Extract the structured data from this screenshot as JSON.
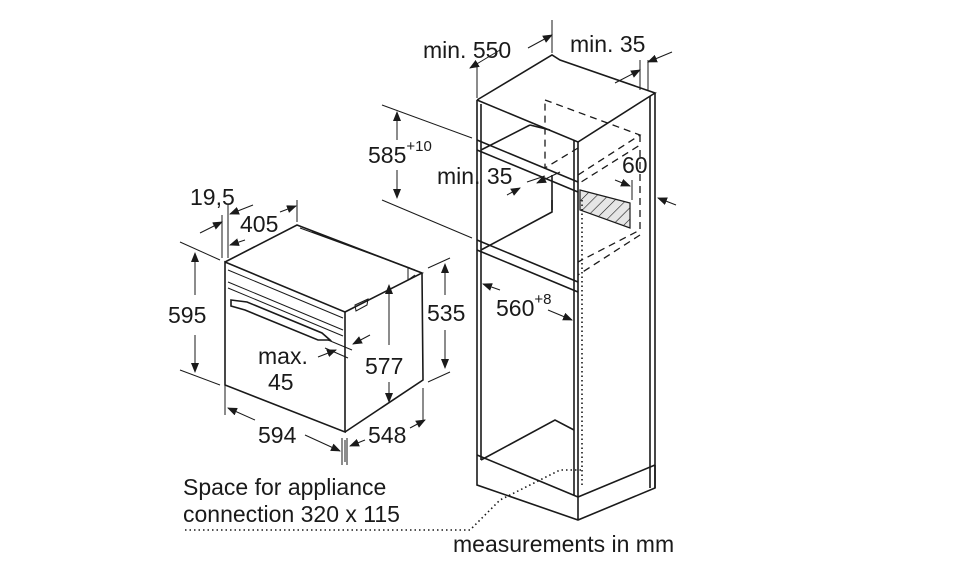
{
  "labels": {
    "cabinet_depth": "min. 550",
    "rear_gap": "min. 35",
    "niche_height": "585",
    "niche_height_tol": "+10",
    "shelf_gap": "min. 35",
    "vent_depth": "60",
    "front_offset": "19,5",
    "top_depth": "405",
    "oven_height": "595",
    "body_height": "535",
    "niche_width": "560",
    "niche_width_tol": "+8",
    "handle_max": "max.",
    "handle_max_val": "45",
    "inner_height": "577",
    "oven_width": "594",
    "oven_depth": "548"
  },
  "notes": {
    "connection_line1": "Space for appliance",
    "connection_line2": "connection 320 x 115",
    "units": "measurements in mm"
  }
}
